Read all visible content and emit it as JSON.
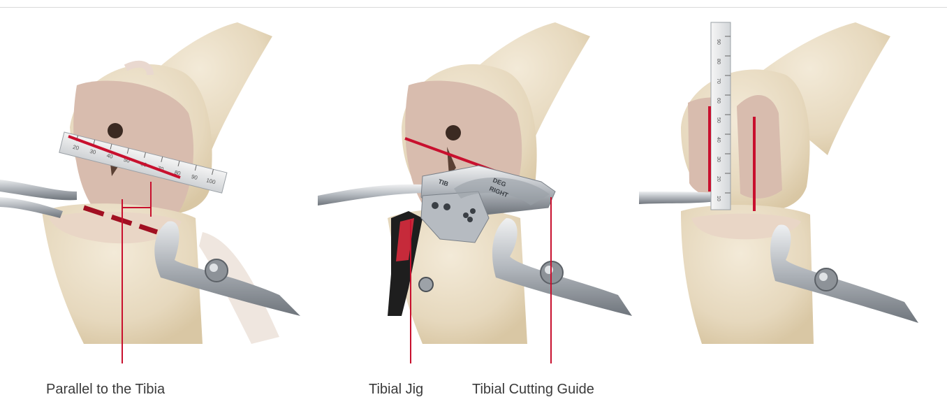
{
  "labels": {
    "parallel": "Parallel to the Tibia",
    "jig": "Tibial Jig",
    "guide": "Tibial Cutting Guide"
  },
  "ruler_ticks_1": [
    "20",
    "30",
    "40",
    "50",
    "60",
    "70",
    "80",
    "90",
    "100"
  ],
  "guide_text": {
    "left": "TIB",
    "deg": "DEG",
    "side": "RIGHT"
  },
  "ruler_ticks_3": [
    "90",
    "80",
    "70",
    "60",
    "50",
    "40",
    "30",
    "20",
    "10"
  ],
  "colors": {
    "accent": "#c8102e",
    "bone": "#eadfcb",
    "cut_surface": "#d8bcae",
    "metal": "#b9bec4"
  }
}
